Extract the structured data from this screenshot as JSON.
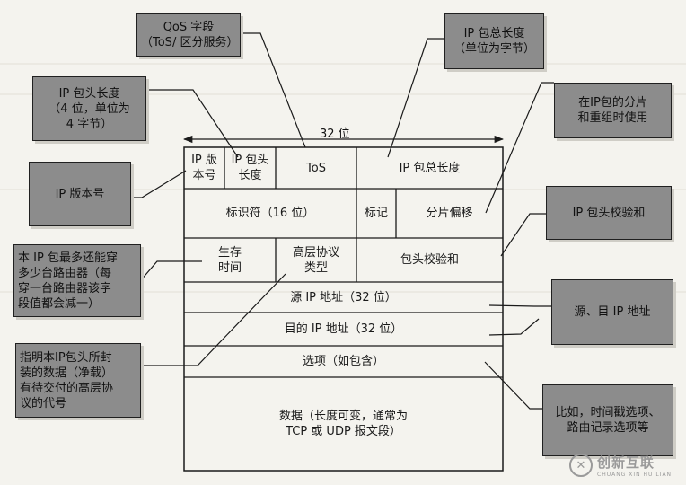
{
  "header": {
    "width_label": "32 位"
  },
  "fields": {
    "version": "IP 版\n本号",
    "ihl": "IP 包头\n长度",
    "tos": "ToS",
    "total_length": "IP 包总长度",
    "identification": "标识符（16 位）",
    "flags": "标记",
    "fragment_offset": "分片偏移",
    "ttl": "生存\n时间",
    "protocol": "高层协议\n类型",
    "checksum": "包头校验和",
    "source": "源 IP 地址（32 位）",
    "destination": "目的 IP 地址（32 位）",
    "options": "选项（如包含）",
    "data": "数据（长度可变，通常为\nTCP 或 UDP 报文段）"
  },
  "callouts": {
    "qos": "QoS 字段\n（ToS/ 区分服务）",
    "total_length": "IP 包总长度\n（单位为字节）",
    "ihl": "IP 包头长度\n（4 位，单位为\n4 字节）",
    "fragment": "在IP包的分片\n和重组时使用",
    "version": "IP 版本号",
    "checksum": "IP 包头校验和",
    "ttl": "本 IP 包最多还能穿\n多少台路由器（每\n穿一台路由器该字\n段值都会减一）",
    "addresses": "源、目 IP 地址",
    "protocol": "指明本IP包头所封\n装的数据（净载）\n有待交付的高层协\n议的代号",
    "options": "比如，时间戳选项、\n路由记录选项等"
  },
  "watermark": {
    "brand": "创新互联",
    "sub": "CHUANG XIN HU LIAN",
    "logo_glyph": "✕"
  },
  "colors": {
    "callout_fill": "#8c8c8c",
    "line": "#1a1a1a"
  }
}
